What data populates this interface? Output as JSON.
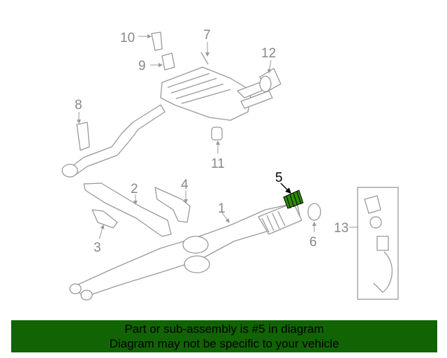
{
  "diagram": {
    "callouts": [
      "1",
      "2",
      "3",
      "4",
      "5",
      "6",
      "7",
      "8",
      "9",
      "10",
      "11",
      "12",
      "13"
    ],
    "highlighted_part": "5",
    "highlight_color": "#2e8b00"
  },
  "banner": {
    "line1": "Part or sub-assembly is #5 in diagram",
    "line2": "Diagram may not be specific to your vehicle",
    "background": "#116303"
  }
}
